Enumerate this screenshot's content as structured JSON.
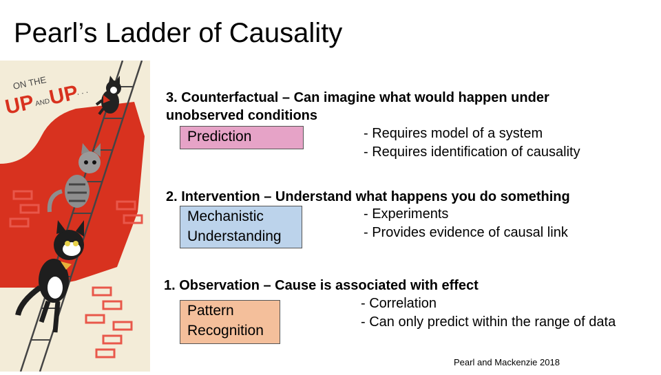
{
  "slide": {
    "title": "Pearl’s Ladder of Causality",
    "illustration": {
      "sign_line1": "ON THE",
      "sign_up1": "UP",
      "sign_and": "AND",
      "sign_up2": "UP",
      "sign_dots": ". . ."
    },
    "levels": [
      {
        "heading_line1": "3. Counterfactual – Can imagine what would happen under",
        "heading_line2": "unobserved conditions",
        "box_lines": [
          "Prediction"
        ],
        "box_color": "#e6a3c7",
        "bullets": [
          "- Requires model of a system",
          "- Requires identification of causality"
        ]
      },
      {
        "heading_line1": "2. Intervention – Understand what happens you do something",
        "box_lines": [
          "Mechanistic",
          "Understanding"
        ],
        "box_color": "#bcd3eb",
        "bullets": [
          "- Experiments",
          "- Provides evidence of causal link"
        ]
      },
      {
        "heading_line1": "1. Observation – Cause is associated with effect",
        "box_lines": [
          "Pattern",
          "Recognition"
        ],
        "box_color": "#f4bf9b",
        "bullets": [
          "- Correlation",
          "- Can only predict within the range of data"
        ]
      }
    ],
    "citation": "Pearl and Mackenzie 2018"
  }
}
